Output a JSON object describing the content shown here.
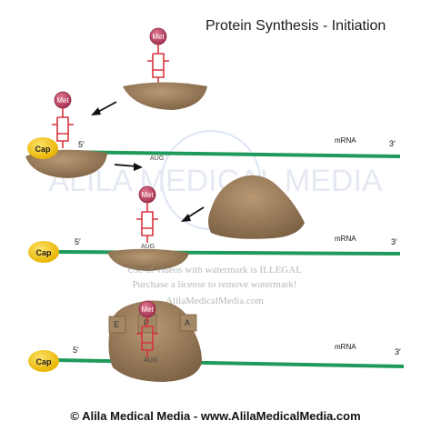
{
  "title": "Protein Synthesis - Initiation",
  "labels": {
    "met": "Met",
    "cap": "Cap",
    "five_prime": "5′",
    "three_prime": "3′",
    "mrna": "mRNA",
    "aug": "AUG",
    "site_e": "E",
    "site_p": "P",
    "site_a": "A"
  },
  "watermark": {
    "line1": "Use of videos with watermark is ILLEGAL",
    "line2": "Purchase a license to remove watermark!",
    "line3": "AlilaMedicalMedia.com",
    "big": "ALILA MEDICAL MEDIA"
  },
  "footer": {
    "left": "© Alila Medical Media",
    "separator": " - ",
    "right": "www.AlilaMedicalMedia.com"
  },
  "colors": {
    "ribosome": "#9b7f5c",
    "mrna": "#1e9a5c",
    "cap": "#f3cc1d",
    "trna": "#d8343f",
    "met": "#c0405f"
  }
}
